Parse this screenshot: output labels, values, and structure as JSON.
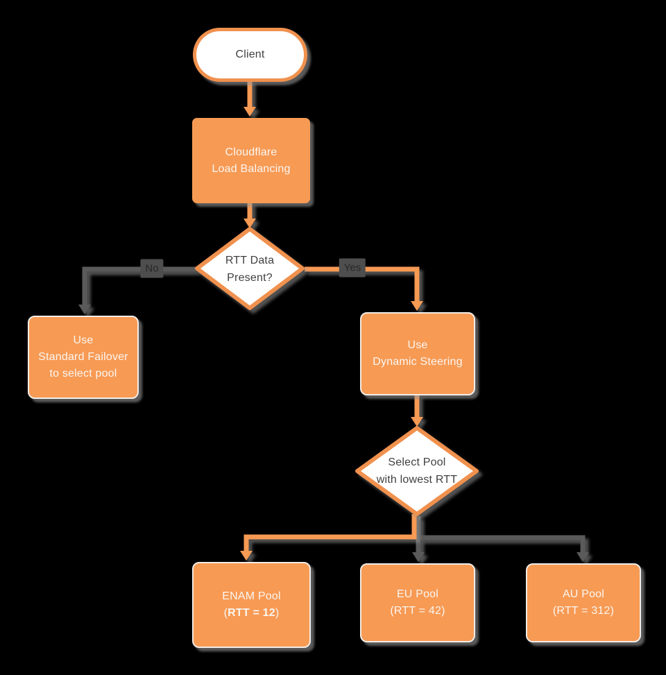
{
  "colors": {
    "background": "#000000",
    "orange": "#F79A54",
    "orange_stroke": "#F0914E",
    "gray": "#5A5A5A",
    "white_fill": "#FFFFFF",
    "dark_text": "#3F3F3F",
    "light_text": "#FBF6F1",
    "label_bg": "#4E4E4E",
    "label_text": "#272727",
    "box_border": "#F2EDE8"
  },
  "nodes": {
    "client": {
      "label": "Client"
    },
    "cloudflare": {
      "line1": "Cloudflare",
      "line2": "Load Balancing"
    },
    "rtt_decision": {
      "line1": "RTT Data",
      "line2": "Present?"
    },
    "standard_failover": {
      "line1": "Use",
      "line2": "Standard Failover",
      "line3": "to select pool"
    },
    "dynamic_steering": {
      "line1": "Use",
      "line2": "Dynamic Steering"
    },
    "select_pool": {
      "line1": "Select Pool",
      "line2": "with lowest RTT"
    },
    "enam_pool": {
      "line1": "ENAM Pool",
      "line2_open": "(",
      "line2_bold": "RTT = 12",
      "line2_close": ")"
    },
    "eu_pool": {
      "line1": "EU Pool",
      "line2": "(RTT = 42)"
    },
    "au_pool": {
      "line1": "AU Pool",
      "line2": "(RTT = 312)"
    }
  },
  "edges": {
    "no_label": "No",
    "yes_label": "Yes"
  }
}
